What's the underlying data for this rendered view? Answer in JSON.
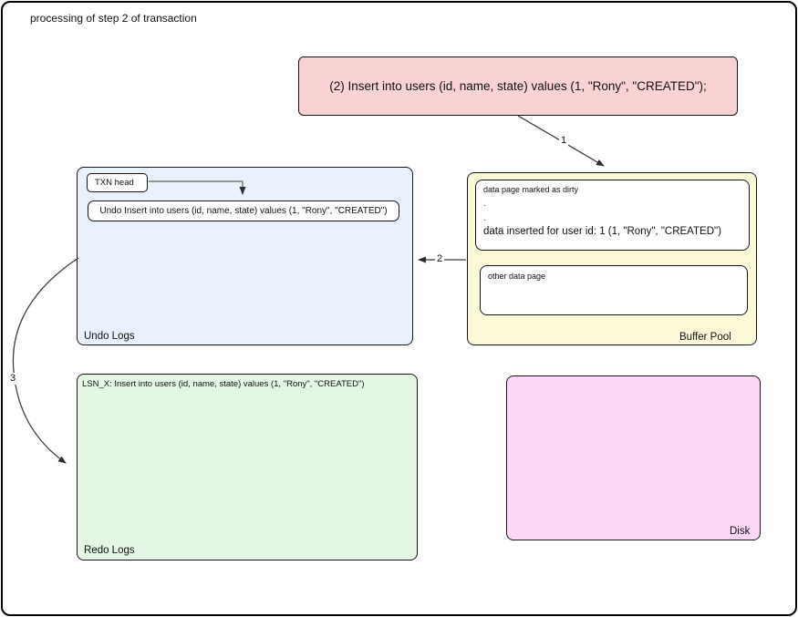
{
  "title": "processing of step 2 of transaction",
  "sql_box": {
    "text": "(2) Insert into users (id, name, state) values (1, \"Rony\", \"CREATED\");"
  },
  "undo_logs": {
    "label": "Undo Logs",
    "txn_head": "TXN head",
    "entry": "Undo Insert into users (id, name, state) values (1, \"Rony\", \"CREATED\")"
  },
  "buffer_pool": {
    "label": "Buffer Pool",
    "dirty_page": {
      "header": "data page marked as dirty",
      "dots": [
        ".",
        "."
      ],
      "inserted": "data inserted for user id: 1 (1, \"Rony\", \"CREATED\")"
    },
    "other_page": "other data page"
  },
  "redo_logs": {
    "label": "Redo Logs",
    "entry": "LSN_X: Insert into users (id, name, state) values (1, \"Rony\", \"CREATED\")"
  },
  "disk": {
    "label": "Disk"
  },
  "arrows": {
    "step1": "1",
    "step2": "2",
    "step3": "3"
  },
  "colors": {
    "sql_box_fill": "#f9d3d3",
    "undo_logs_fill": "#e9f1fc",
    "buffer_pool_fill": "#fcf9d9",
    "redo_logs_fill": "#e4f6e4",
    "disk_fill": "#fcd8f6",
    "border": "#161616"
  }
}
